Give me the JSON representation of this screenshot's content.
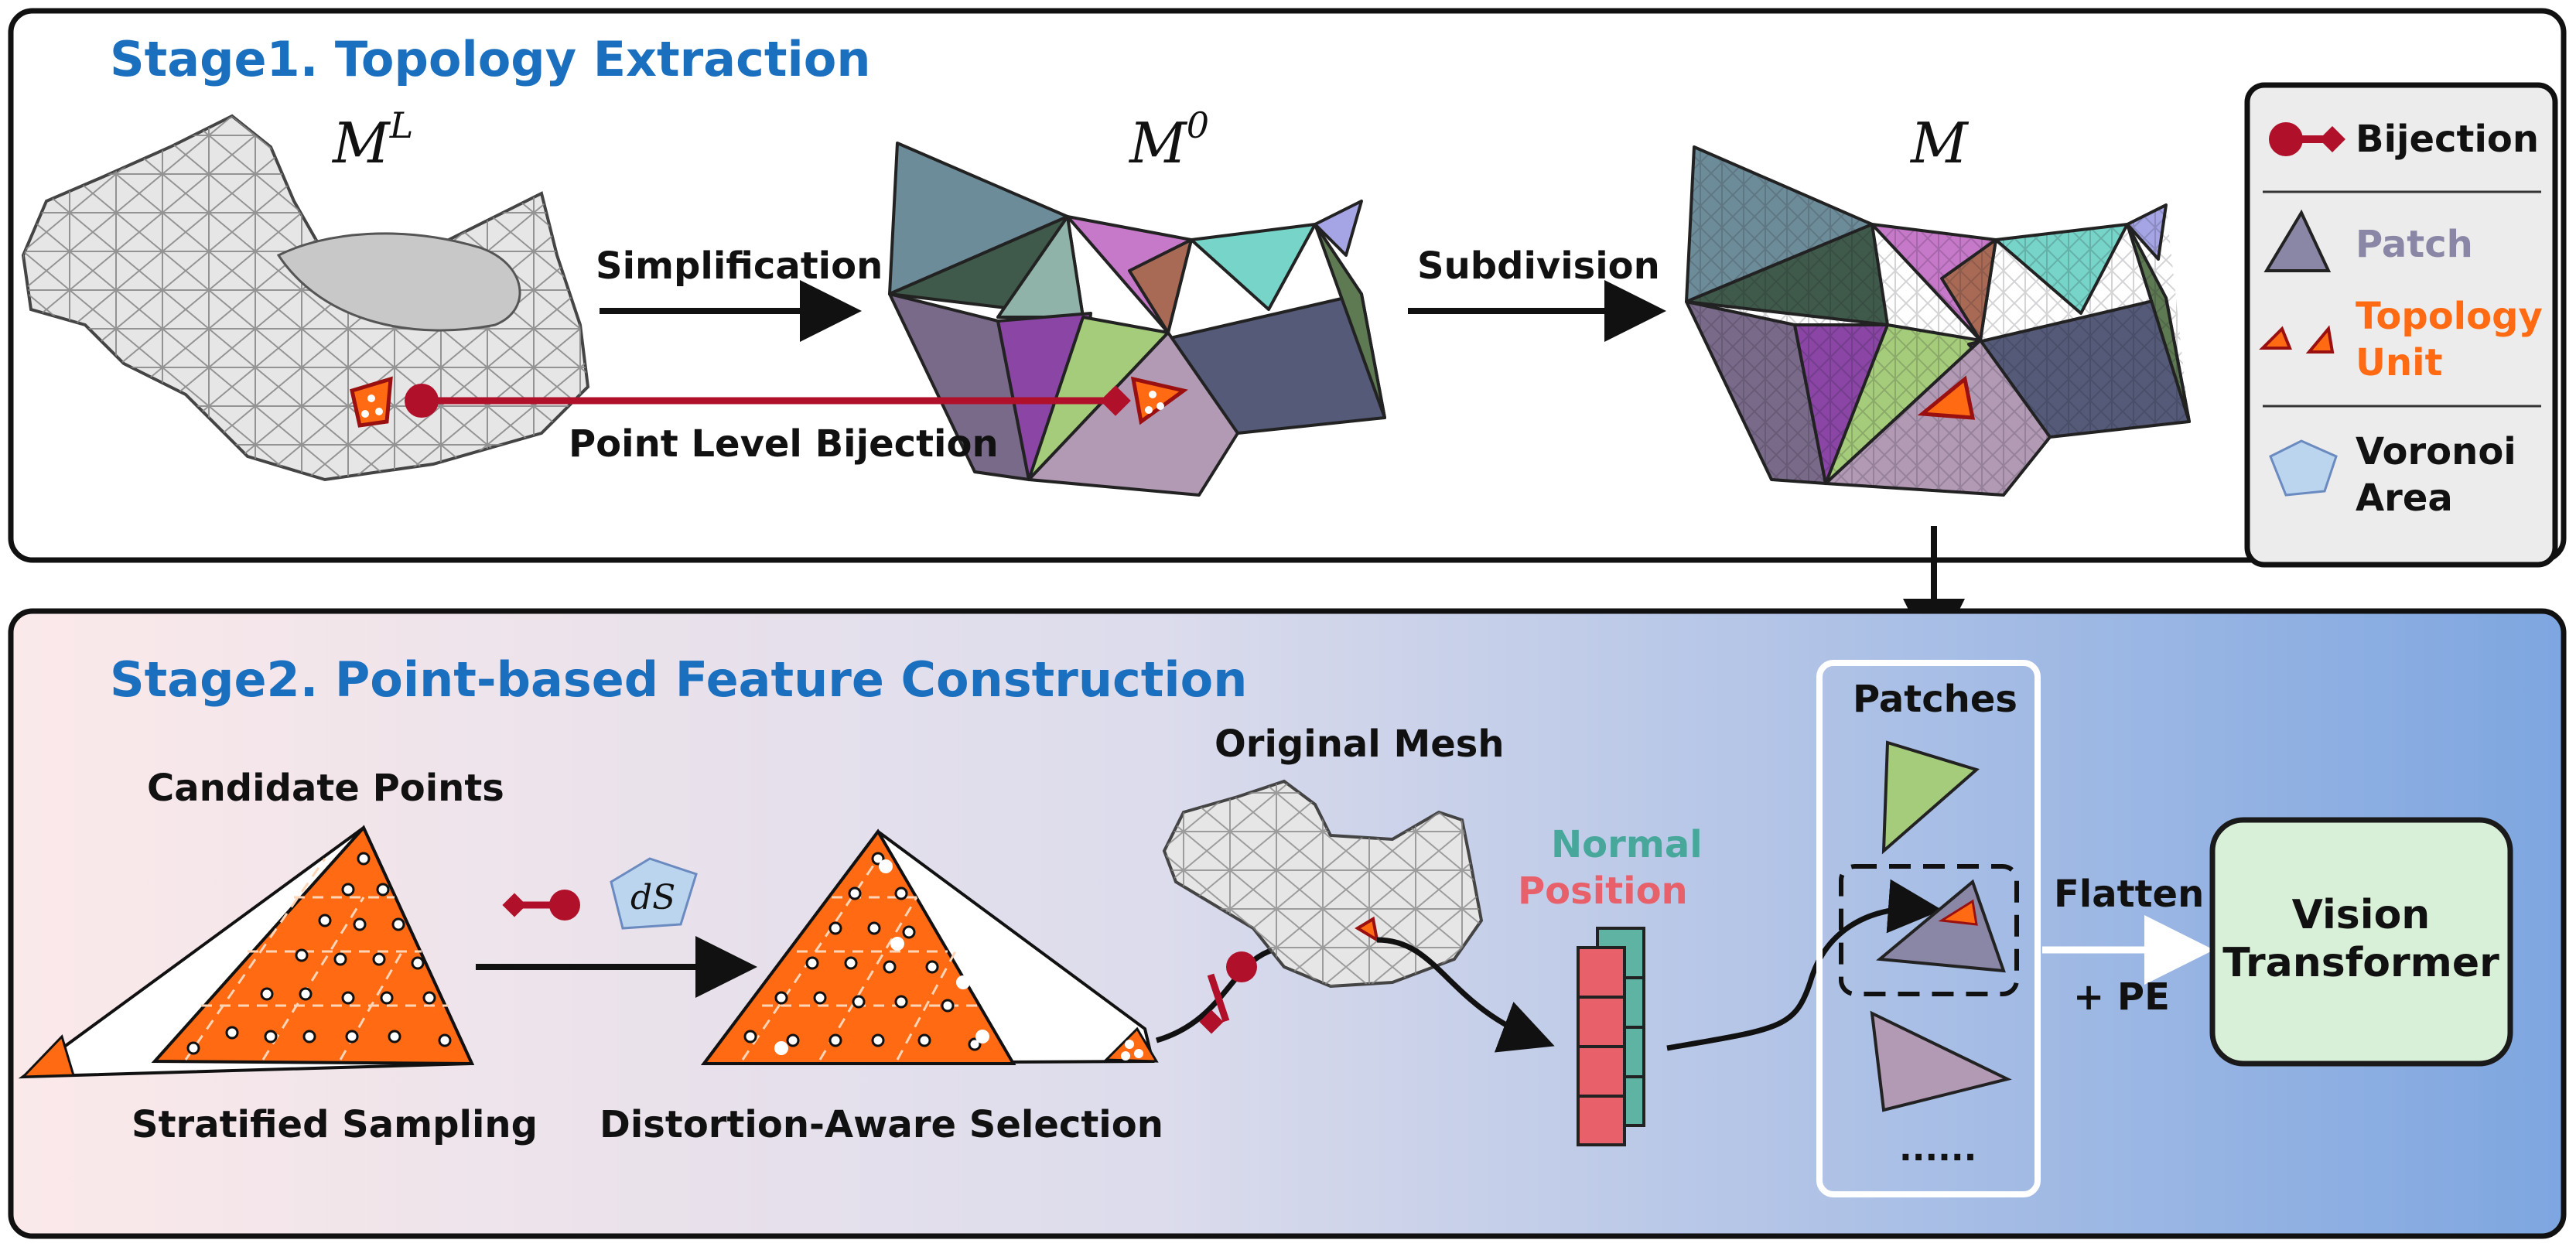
{
  "stage1": {
    "title": "Stage1. Topology Extraction",
    "mesh_labels": {
      "ml": "M",
      "ml_sup": "L",
      "m0": "M",
      "m0_sup": "0",
      "m": "M"
    },
    "simplification": "Simplification",
    "subdivision": "Subdivision",
    "bijection_label": "Point Level Bijection"
  },
  "legend": {
    "bijection": "Bijection",
    "patch": "Patch",
    "topology_unit_1": "Topology",
    "topology_unit_2": "Unit",
    "voronoi_1": "Voronoi",
    "voronoi_2": "Area"
  },
  "stage2": {
    "title": "Stage2. Point-based Feature Construction",
    "candidate_points": "Candidate Points",
    "stratified_sampling": "Stratified Sampling",
    "ds": "dS",
    "distortion_selection": "Distortion-Aware Selection",
    "original_mesh": "Original Mesh",
    "normal": "Normal",
    "position": "Position",
    "patches": "Patches",
    "ellipsis": "......",
    "flatten": "Flatten",
    "pe": "+ PE",
    "vit_1": "Vision",
    "vit_2": "Transformer"
  },
  "colors": {
    "stage_title": "#1a6fbf",
    "accent_orange": "#ff6a13",
    "bijection_red": "#b0102a",
    "patch_text": "#8a86a6",
    "normal_text": "#46a79a",
    "position_text": "#e8606a",
    "vit_fill": "#d8efd8",
    "vit_border": "#1a1a1a"
  }
}
